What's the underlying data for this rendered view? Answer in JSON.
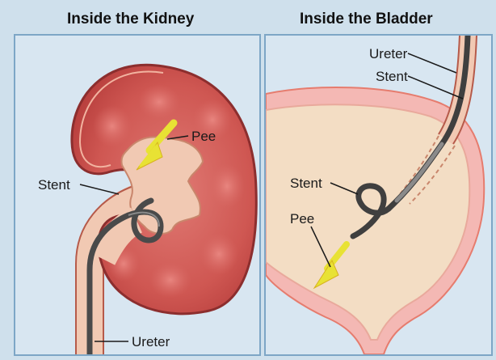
{
  "panels": {
    "kidney": {
      "title": "Inside the Kidney",
      "labels": {
        "pee": "Pee",
        "stent": "Stent",
        "ureter": "Ureter"
      }
    },
    "bladder": {
      "title": "Inside the Bladder",
      "labels": {
        "ureter": "Ureter",
        "stent": "Stent",
        "stent_inside": "Stent",
        "pee": "Pee"
      }
    }
  },
  "colors": {
    "background": "#cfe0ec",
    "panel_bg": "#d8e6f1",
    "kidney_tissue": "#c8504e",
    "kidney_outline": "#8c2e2e",
    "kidney_pelvis": "#f1c9b3",
    "bladder_wall": "#f4b8b4",
    "bladder_inside": "#f3ddc4",
    "stent": "#555555",
    "arrow": "#e8e234"
  },
  "icons": [
    "kidney-illustration",
    "bladder-illustration",
    "stent-coil",
    "urine-flow-arrow"
  ]
}
